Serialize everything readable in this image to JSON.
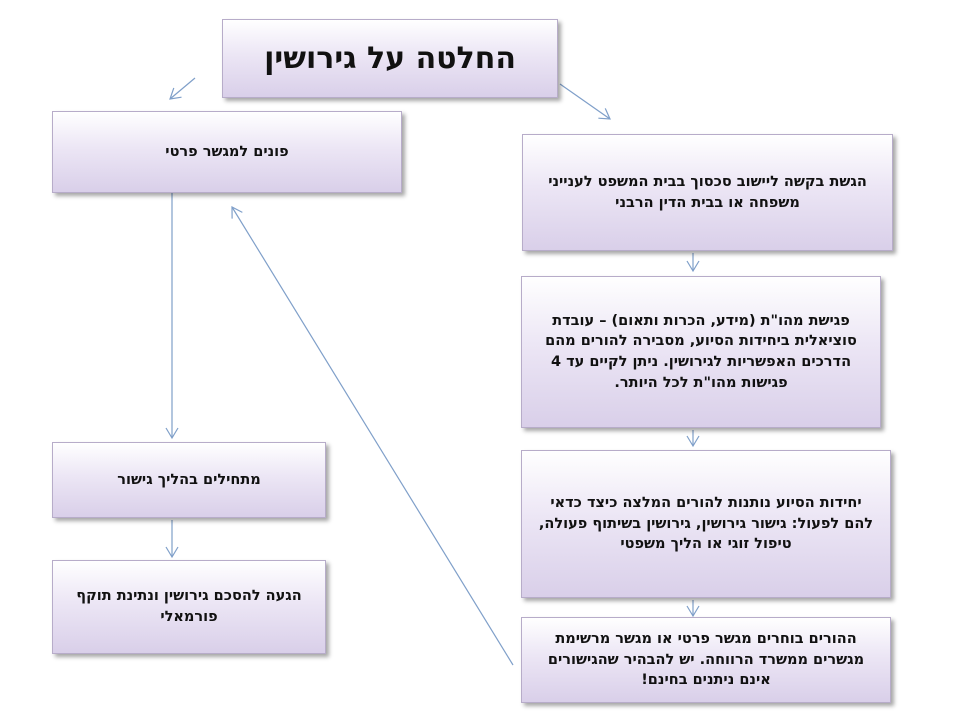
{
  "title": "החלטה על גירושין",
  "left": {
    "private_mediator": "פונים למגשר פרטי",
    "start_mediation": "מתחילים בהליך גישור",
    "agreement": "הגעה להסכם גירושין ונתינת תוקף פורמאלי"
  },
  "right": {
    "file_request": "הגשת בקשה ליישוב סכסוך בבית המשפט לענייני משפחה או בבית הדין הרבני",
    "info_meeting": "פגישת מהו\"ת (מידע, הכרות ותאום) – עובדת סוציאלית ביחידות הסיוע, מסבירה להורים מהם הדרכים האפשריות לגירושין. ניתן לקיים עד 4 פגישות מהו\"ת לכל היותר.",
    "recommendation": "יחידות הסיוע נותנות להורים המלצה כיצד כדאי להם לפעול: גישור גירושין, גירושין בשיתוף פעולה, טיפול זוגי או הליך משפטי",
    "choose_mediator": "ההורים בוחרים מגשר פרטי או מגשר מרשימת מגשרים ממשרד הרווחה. יש להבהיר שהגישורים אינם ניתנים בחינם!"
  },
  "colors": {
    "box_fill": "#e4dcf0",
    "box_border": "#b7acc9",
    "arrow": "#7f9fc9"
  }
}
